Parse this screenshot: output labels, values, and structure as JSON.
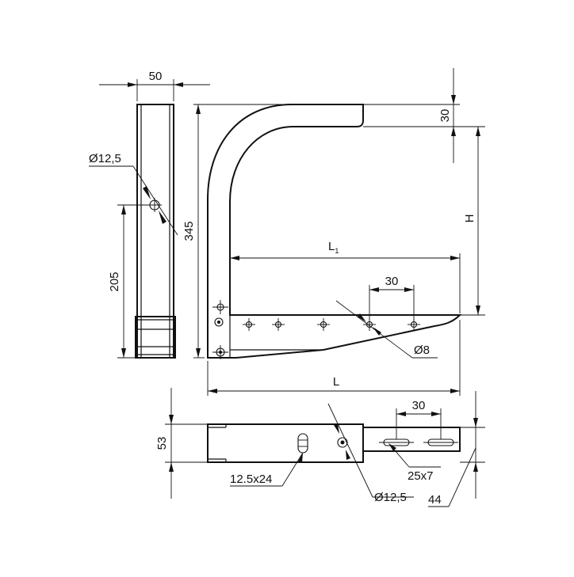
{
  "drawing": {
    "side_view": {
      "width_label": "50",
      "hole_label": "Ø12,5",
      "height_label": "205"
    },
    "front_view": {
      "total_height_label": "345",
      "top_thickness_label": "30",
      "h_label": "H",
      "l1_label": "L",
      "l1_subscript": "1",
      "hole_spacing_label": "30",
      "hole_label": "Ø8",
      "length_label": "L"
    },
    "bottom_view": {
      "height_label": "53",
      "slot_spacing_label": "30",
      "slot_label": "25x7",
      "big_slot_label": "12.5x24",
      "hole_label": "Ø12,5",
      "width_label": "44"
    }
  }
}
